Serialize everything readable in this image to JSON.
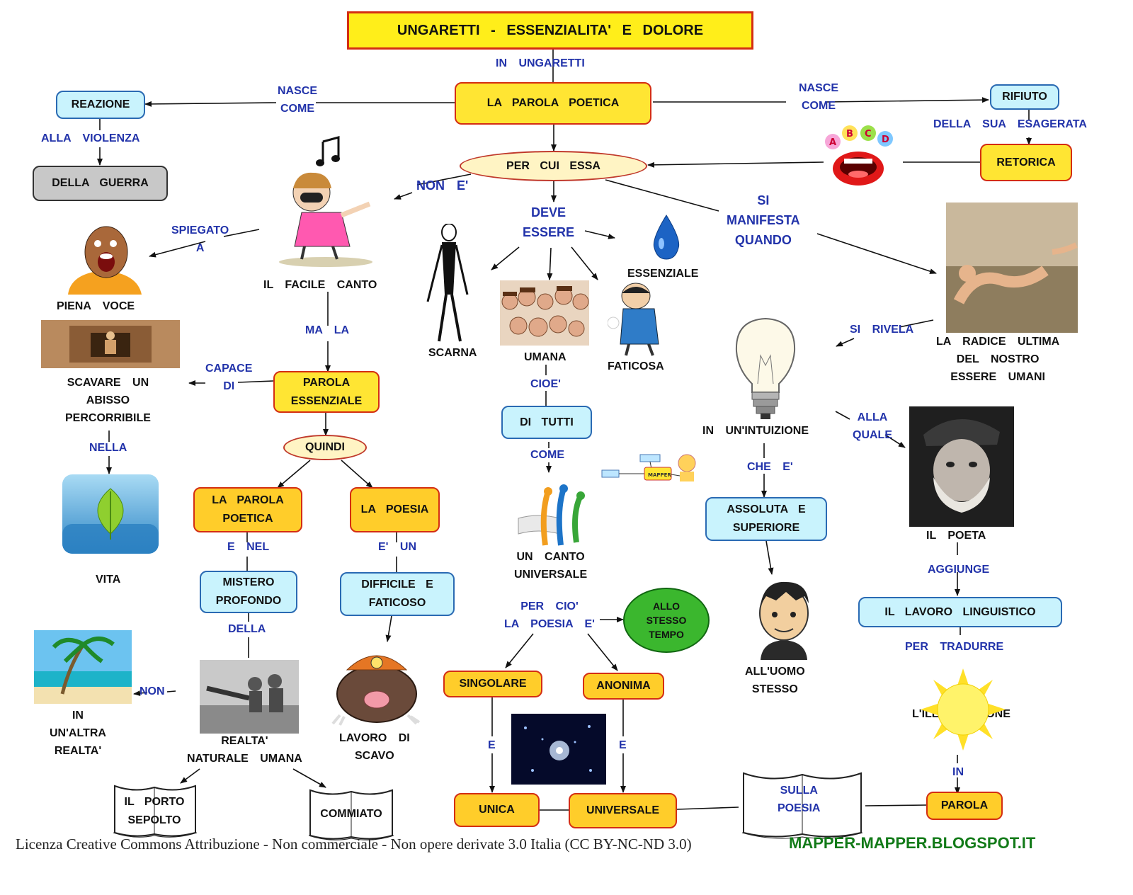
{
  "title": "UNGARETTI   -   ESSENZIALITA'   E   DOLORE",
  "nodes": {
    "parola_poetica": "LA  PAROLA  POETICA",
    "reazione": "REAZIONE",
    "guerra": "DELLA   GUERRA",
    "rifiuto": "RIFIUTO",
    "retorica": "RETORICA",
    "per_cui_essa": "PER  CUI  ESSA",
    "parola_essenziale": "PAROLA\nESSENZIALE",
    "quindi": "QUINDI",
    "la_parola_poetica": "LA  PAROLA\nPOETICA",
    "la_poesia": "LA  POESIA",
    "mistero": "MISTERO\nPROFONDO",
    "difficile": "DIFFICILE  E\nFATICOSO",
    "di_tutti": "DI  TUTTI",
    "allo_stesso": "ALLO\nSTESSO\nTEMPO",
    "singolare": "SINGOLARE",
    "anonima": "ANONIMA",
    "unica": "UNICA",
    "universale": "UNIVERSALE",
    "assoluta": "ASSOLUTA  E\nSUPERIORE",
    "lavoro_ling": "IL  LAVORO  LINGUISTICO",
    "parola": "PAROLA",
    "porto": "IL  PORTO\nSEPOLTO",
    "commiato": "COMMIATO",
    "sulla_poesia": "SULLA\nPOESIA"
  },
  "labels": {
    "in_ungaretti": "IN  UNGARETTI",
    "nasce_come_l": "NASCE\nCOME",
    "nasce_come_r": "NASCE\nCOME",
    "alla_violenza": "ALLA  VIOLENZA",
    "della_sua": "DELLA  SUA  ESAGERATA",
    "non_e": "NON  E'",
    "deve_essere": "DEVE\nESSERE",
    "si_manifesta": "SI\nMANIFESTA\nQUANDO",
    "spiegato_a": "SPIEGATO\nA",
    "ma_la": "MA  LA",
    "capace_di": "CAPACE\nDI",
    "nella": "NELLA",
    "e_nel": "E  NEL",
    "e_un": "E'  UN",
    "della": "DELLA",
    "non": "NON",
    "cioe": "CIOE'",
    "come": "COME",
    "per_cio": "PER  CIO'\nLA  POESIA  E'",
    "e_left": "E",
    "e_right": "E",
    "si_rivela": "SI  RIVELA",
    "che_e": "CHE  E'",
    "alla_quale": "ALLA\nQUALE",
    "aggiunge": "AGGIUNGE",
    "per_tradurre": "PER  TRADURRE",
    "in": "IN"
  },
  "captions": {
    "facile_canto": "IL  FACILE  CANTO",
    "piena_voce": "PIENA  VOCE",
    "scavare": "SCAVARE  UN\nABISSO\nPERCORRIBILE",
    "vita": "VITA",
    "scarna": "SCARNA",
    "umana": "UMANA",
    "essenziale": "ESSENZIALE",
    "faticosa": "FATICOSA",
    "radice": "LA  RADICE  ULTIMA\nDEL  NOSTRO\nESSERE  UMANI",
    "intuizione": "IN    UN'INTUIZIONE",
    "il_poeta": "IL  POETA",
    "uomo_stesso": "ALL'UOMO\nSTESSO",
    "illuminazione": "L'ILLUMINAZIONE",
    "canto_universale": "UN  CANTO\nUNIVERSALE",
    "realta": "REALTA'\nNATURALE  UMANA",
    "lavoro_scavo": "LAVORO  DI\nSCAVO",
    "altra_realta": "IN\nUN'ALTRA\nREALTA'",
    "mapper_badge": "MAPPER",
    "abcd": [
      "A",
      "B",
      "C",
      "D"
    ]
  },
  "footer": {
    "license": "Licenza Creative Commons Attribuzione - Non commerciale - Non opere derivate 3.0 Italia (CC BY-NC-ND 3.0)",
    "site": "MAPPER-MAPPER.BLOGSPOT.IT"
  },
  "colors": {
    "title_fill": "#ffee1a",
    "yellow_node": "#ffe533",
    "orange_node": "#ffcd2a",
    "blue_node": "#c9f3fd",
    "green_circle": "#3bb72e",
    "label_blue": "#2233aa",
    "site_green": "#127a18"
  }
}
